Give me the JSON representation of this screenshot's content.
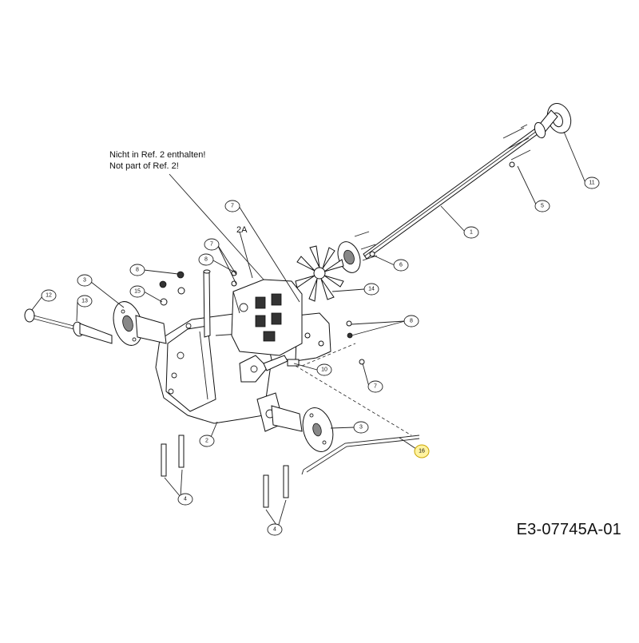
{
  "notes": {
    "german": "Nicht in Ref. 2 enthalten!",
    "english": "Not part of Ref. 2!"
  },
  "document_id": "E3-07745A-01",
  "callouts": {
    "c1": "1",
    "c2": "2",
    "c2a": "2A",
    "c3a": "3",
    "c3b": "3",
    "c4a": "4",
    "c4b": "4",
    "c5": "5",
    "c6": "6",
    "c7a": "7",
    "c7b": "7",
    "c7c": "7",
    "c8a": "8",
    "c8b": "8",
    "c8c": "8",
    "c10": "10",
    "c11": "11",
    "c12": "12",
    "c13": "13",
    "c14": "14",
    "c15": "15",
    "c16": "16"
  },
  "colors": {
    "highlight": "#fff3a0",
    "line": "#222222"
  }
}
